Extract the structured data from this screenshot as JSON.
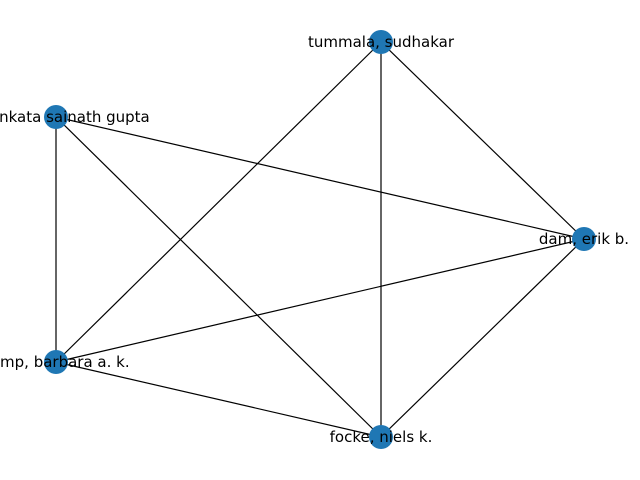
{
  "graph": {
    "node_color": "#1f77b4",
    "edge_color": "#000000",
    "nodes": [
      {
        "id": "tummala",
        "label": "tummala, sudhakar"
      },
      {
        "id": "gupta",
        "label": "a, venkata sainath gupta"
      },
      {
        "id": "dam",
        "label": "dam, erik b."
      },
      {
        "id": "kamp",
        "label": "kamp, barbara a. k."
      },
      {
        "id": "focke",
        "label": "focke, niels k."
      }
    ],
    "edges": [
      [
        "tummala",
        "dam"
      ],
      [
        "tummala",
        "kamp"
      ],
      [
        "tummala",
        "focke"
      ],
      [
        "gupta",
        "dam"
      ],
      [
        "gupta",
        "kamp"
      ],
      [
        "gupta",
        "focke"
      ],
      [
        "dam",
        "kamp"
      ],
      [
        "dam",
        "focke"
      ],
      [
        "kamp",
        "focke"
      ]
    ]
  }
}
